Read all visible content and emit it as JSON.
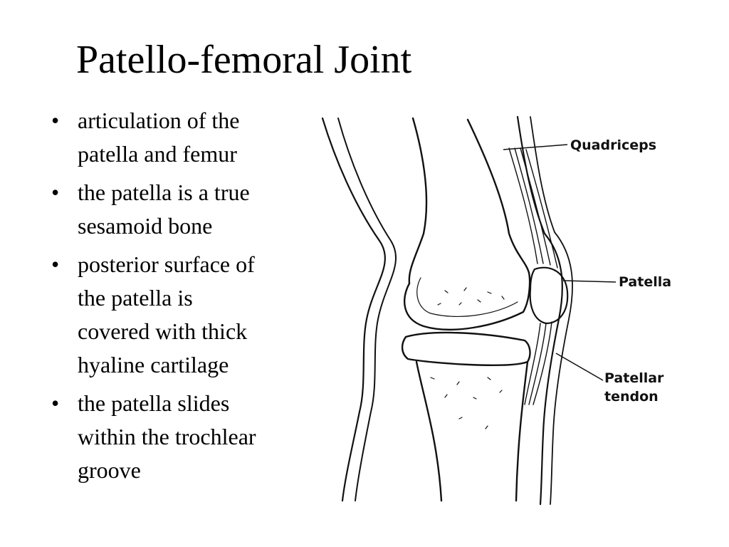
{
  "slide": {
    "title": "Patello-femoral Joint",
    "bullet_glyph": "•",
    "bullets": [
      {
        "lines": [
          "articulation of the",
          "patella and femur"
        ]
      },
      {
        "lines": [
          "the patella is a true",
          "sesamoid bone"
        ]
      },
      {
        "lines": [
          "posterior surface of",
          "the patella is",
          "covered with thick",
          "hyaline cartilage"
        ]
      },
      {
        "lines": [
          "the patella slides",
          "within the trochlear",
          "groove"
        ]
      }
    ]
  },
  "figure": {
    "labels": {
      "quadriceps": "Quadriceps",
      "patella": "Patella",
      "patellar_tendon_line1": "Patellar",
      "patellar_tendon_line2": "tendon"
    }
  },
  "colors": {
    "background": "#ffffff",
    "text": "#000000"
  }
}
